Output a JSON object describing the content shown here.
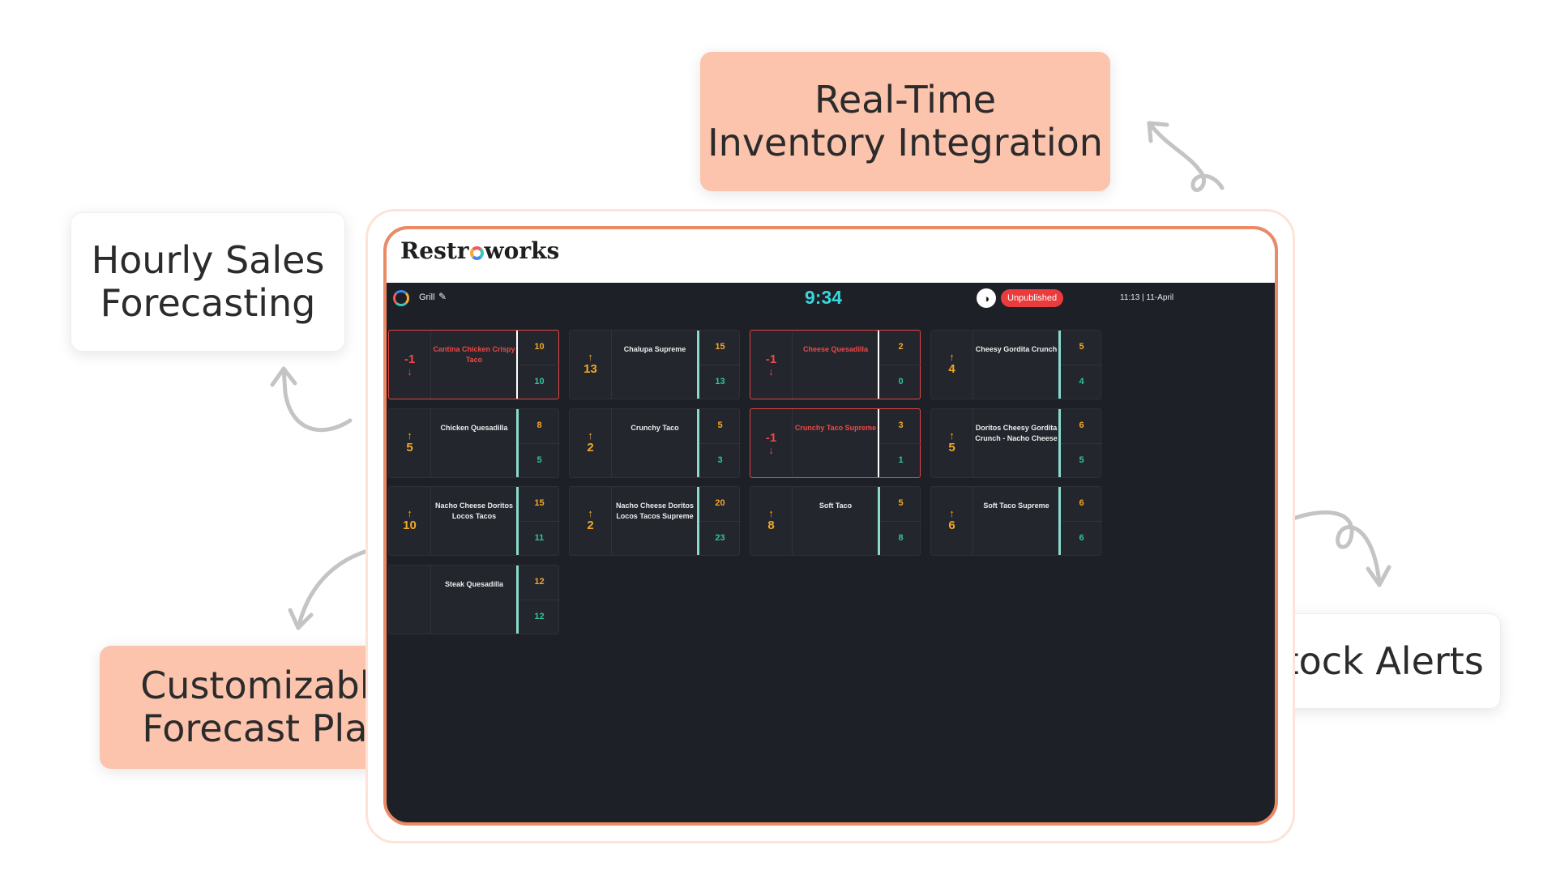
{
  "callouts": {
    "realtime": "Real-Time\nInventory Integration",
    "hourly": "Hourly Sales\nForecasting",
    "custom": "Customizable\nForecast Plan",
    "lowstock": "Low-Stock Alerts"
  },
  "brand": {
    "name_start": "Restr",
    "name_end": "works"
  },
  "app_bar": {
    "station": "Grill",
    "clock": "9:34",
    "toggle_icon": "◑",
    "status": "Unpublished",
    "datetime": "11:13 | 11-April"
  },
  "colors": {
    "accent_peach": "#fcc3ad",
    "frame_orange": "#ec8a66",
    "clock_cyan": "#38d6dc",
    "alert_red": "#e24545",
    "forecast_orange": "#f2a726",
    "actual_green": "#2ec4a2"
  },
  "items": [
    {
      "name": "Cantina Chicken Crispy Taco",
      "delta": "-1",
      "dir": "down",
      "forecast": "10",
      "actual": "10",
      "alert": true
    },
    {
      "name": "Chalupa Supreme",
      "delta": "13",
      "dir": "up",
      "forecast": "15",
      "actual": "13",
      "alert": false
    },
    {
      "name": "Cheese Quesadilla",
      "delta": "-1",
      "dir": "down",
      "forecast": "2",
      "actual": "0",
      "alert": true
    },
    {
      "name": "Cheesy Gordita Crunch",
      "delta": "4",
      "dir": "up",
      "forecast": "5",
      "actual": "4",
      "alert": false
    },
    {
      "name": "Chicken Quesadilla",
      "delta": "5",
      "dir": "up",
      "forecast": "8",
      "actual": "5",
      "alert": false
    },
    {
      "name": "Crunchy Taco",
      "delta": "2",
      "dir": "up",
      "forecast": "5",
      "actual": "3",
      "alert": false
    },
    {
      "name": "Crunchy Taco Supreme",
      "delta": "-1",
      "dir": "down",
      "forecast": "3",
      "actual": "1",
      "alert": true
    },
    {
      "name": "Doritos Cheesy Gordita Crunch - Nacho Cheese",
      "delta": "5",
      "dir": "up",
      "forecast": "6",
      "actual": "5",
      "alert": false
    },
    {
      "name": "Nacho Cheese Doritos Locos Tacos",
      "delta": "10",
      "dir": "up",
      "forecast": "15",
      "actual": "11",
      "alert": false
    },
    {
      "name": "Nacho Cheese Doritos Locos Tacos Supreme",
      "delta": "2",
      "dir": "up",
      "forecast": "20",
      "actual": "23",
      "alert": false
    },
    {
      "name": "Soft Taco",
      "delta": "8",
      "dir": "up",
      "forecast": "5",
      "actual": "8",
      "alert": false
    },
    {
      "name": "Soft Taco Supreme",
      "delta": "6",
      "dir": "up",
      "forecast": "6",
      "actual": "6",
      "alert": false
    },
    {
      "name": "Steak Quesadilla",
      "delta": "",
      "dir": "none",
      "forecast": "12",
      "actual": "12",
      "alert": false
    }
  ]
}
